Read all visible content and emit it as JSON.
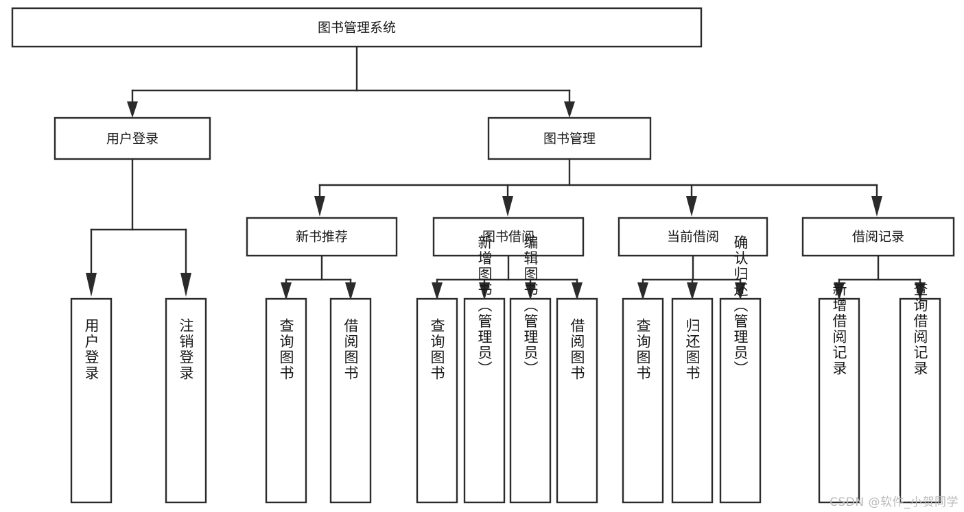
{
  "diagram": {
    "title": "图书管理系统",
    "type": "tree",
    "colors": {
      "stroke": "#2b2b2b",
      "fill": "#ffffff",
      "text": "#1a1a1a",
      "background": "#ffffff",
      "watermark": "#b9b9b9"
    },
    "levels": {
      "root": "图书管理系统",
      "level2": [
        "用户登录",
        "图书管理"
      ],
      "level3": [
        "新书推荐",
        "图书借阅",
        "当前借阅",
        "借阅记录"
      ],
      "leaves": [
        "用户登录",
        "注销登录",
        "查询图书",
        "借阅图书",
        "查询图书",
        "新增图书（管理员）",
        "编辑图书（管理员）",
        "借阅图书",
        "查询图书",
        "归还图书",
        "确认归还（管理员）",
        "新增借阅记录",
        "查询借阅记录"
      ]
    },
    "nodes": {
      "root": {
        "label": "图书管理系统"
      },
      "user_login": {
        "label": "用户登录"
      },
      "book_manage": {
        "label": "图书管理"
      },
      "new_book_rec": {
        "label": "新书推荐"
      },
      "book_borrow": {
        "label": "图书借阅"
      },
      "current_borrow": {
        "label": "当前借阅"
      },
      "borrow_record": {
        "label": "借阅记录"
      },
      "leaf_user_login": {
        "label": "用户登录"
      },
      "leaf_logout": {
        "label": "注销登录"
      },
      "leaf_query_book_a": {
        "label": "查询图书"
      },
      "leaf_borrow_book_a": {
        "label": "借阅图书"
      },
      "leaf_query_book_b": {
        "label": "查询图书"
      },
      "leaf_add_book": {
        "label": "新增图书（管理员）"
      },
      "leaf_edit_book": {
        "label": "编辑图书（管理员）"
      },
      "leaf_borrow_book_b": {
        "label": "借阅图书"
      },
      "leaf_query_book_c": {
        "label": "查询图书"
      },
      "leaf_return_book": {
        "label": "归还图书"
      },
      "leaf_confirm_return": {
        "label": "确认归还（管理员）"
      },
      "leaf_add_record": {
        "label": "新增借阅记录"
      },
      "leaf_query_record": {
        "label": "查询借阅记录"
      }
    },
    "edges": [
      {
        "from": "root",
        "to": "user_login"
      },
      {
        "from": "root",
        "to": "book_manage"
      },
      {
        "from": "user_login",
        "to": "leaf_user_login"
      },
      {
        "from": "user_login",
        "to": "leaf_logout"
      },
      {
        "from": "book_manage",
        "to": "new_book_rec"
      },
      {
        "from": "book_manage",
        "to": "book_borrow"
      },
      {
        "from": "book_manage",
        "to": "current_borrow"
      },
      {
        "from": "book_manage",
        "to": "borrow_record"
      },
      {
        "from": "new_book_rec",
        "to": "leaf_query_book_a"
      },
      {
        "from": "new_book_rec",
        "to": "leaf_borrow_book_a"
      },
      {
        "from": "book_borrow",
        "to": "leaf_query_book_b"
      },
      {
        "from": "book_borrow",
        "to": "leaf_add_book"
      },
      {
        "from": "book_borrow",
        "to": "leaf_edit_book"
      },
      {
        "from": "book_borrow",
        "to": "leaf_borrow_book_b"
      },
      {
        "from": "current_borrow",
        "to": "leaf_query_book_c"
      },
      {
        "from": "current_borrow",
        "to": "leaf_return_book"
      },
      {
        "from": "current_borrow",
        "to": "leaf_confirm_return"
      },
      {
        "from": "borrow_record",
        "to": "leaf_add_record"
      },
      {
        "from": "borrow_record",
        "to": "leaf_query_record"
      }
    ]
  },
  "watermark": {
    "text": "CSDN @软件_小贺同学"
  }
}
